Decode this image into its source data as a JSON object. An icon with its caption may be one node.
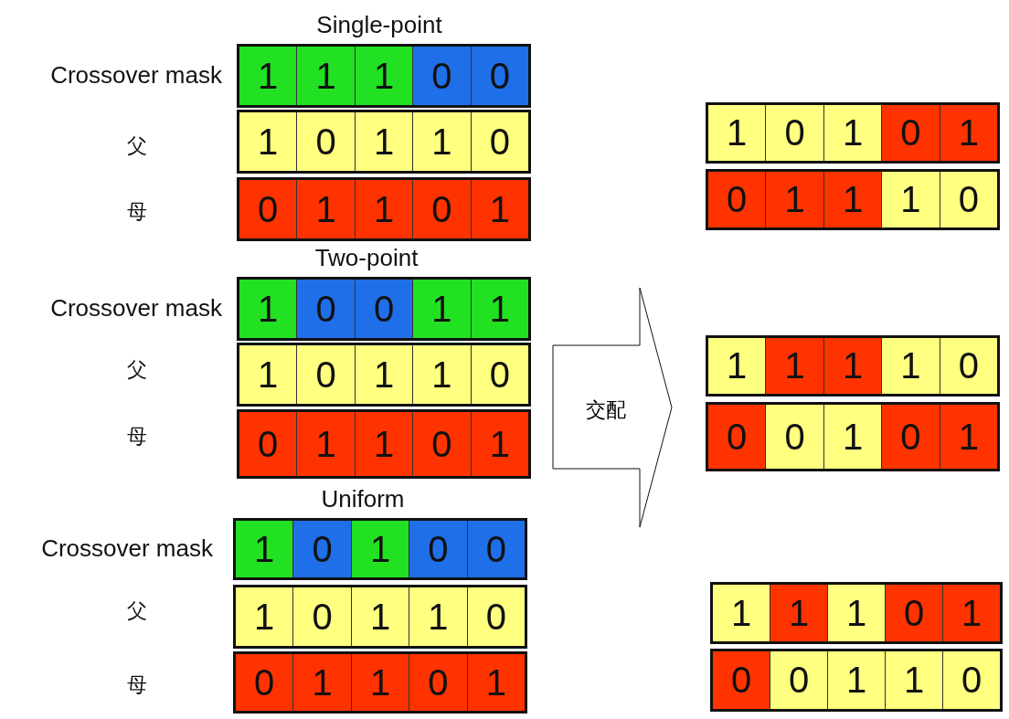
{
  "diagram": {
    "nodes": [
      {
        "text": [],
        "shape": "box"
      },
      {
        "text": [
          "1"
        ],
        "in": 0
      },
      {
        "text": [
          "1"
        ],
        "in": 0
      },
      {
        "text": [
          "1"
        ],
        "in": 0
      },
      {
        "text": [
          "0"
        ],
        "in": 0
      },
      {
        "text": [
          "0"
        ],
        "in": 0
      },
      {
        "text": [],
        "shape": "box"
      },
      {
        "text": [
          "1"
        ],
        "in": 6
      },
      {
        "text": [
          "0"
        ],
        "in": 6
      },
      {
        "text": [
          "1"
        ],
        "in": 6
      },
      {
        "text": [
          "1"
        ],
        "in": 6
      },
      {
        "text": [
          "0"
        ],
        "in": 6
      },
      {
        "text": [],
        "shape": "box"
      },
      {
        "text": [
          "0"
        ],
        "in": 12
      },
      {
        "text": [
          "1"
        ],
        "in": 12
      },
      {
        "text": [
          "1"
        ],
        "in": 12
      },
      {
        "text": [
          "0"
        ],
        "in": 12
      },
      {
        "text": [
          "1"
        ],
        "in": 12
      },
      {
        "text": [],
        "shape": "box"
      },
      {
        "text": [
          "1"
        ],
        "in": 18
      },
      {
        "text": [
          "0"
        ],
        "in": 18
      },
      {
        "text": [
          "0"
        ],
        "in": 18
      },
      {
        "text": [
          "1"
        ],
        "in": 18
      },
      {
        "text": [
          "1"
        ],
        "in": 18
      },
      {
        "text": [],
        "shape": "box"
      },
      {
        "text": [
          "1"
        ],
        "in": 24
      },
      {
        "text": [
          "0"
        ],
        "in": 24
      },
      {
        "text": [
          "1"
        ],
        "in": 24
      },
      {
        "text": [
          "1"
        ],
        "in": 24
      },
      {
        "text": [
          "0"
        ],
        "in": 24
      },
      {
        "text": [],
        "shape": "box"
      },
      {
        "text": [
          "0"
        ],
        "in": 30
      },
      {
        "text": [
          "1"
        ],
        "in": 30
      },
      {
        "text": [
          "1"
        ],
        "in": 30
      },
      {
        "text": [
          "0"
        ],
        "in": 30
      },
      {
        "text": [
          "1"
        ],
        "in": 30
      },
      {
        "text": [],
        "shape": "box"
      },
      {
        "text": [
          "1"
        ],
        "in": 36
      },
      {
        "text": [
          "0"
        ],
        "in": 36
      },
      {
        "text": [
          "1"
        ],
        "in": 36
      },
      {
        "text": [
          "0"
        ],
        "in": 36
      },
      {
        "text": [
          "0"
        ],
        "in": 36
      },
      {
        "text": [],
        "shape": "box"
      },
      {
        "text": [
          "1"
        ],
        "in": 42
      },
      {
        "text": [
          "0"
        ],
        "in": 42
      },
      {
        "text": [
          "1"
        ],
        "in": 42
      },
      {
        "text": [
          "1"
        ],
        "in": 42
      },
      {
        "text": [
          "0"
        ],
        "in": 42
      },
      {
        "text": [],
        "shape": "box"
      },
      {
        "text": [
          "0"
        ],
        "in": 48
      },
      {
        "text": [
          "1"
        ],
        "in": 48
      },
      {
        "text": [
          "1"
        ],
        "in": 48
      },
      {
        "text": [
          "0"
        ],
        "in": 48
      },
      {
        "text": [
          "1"
        ],
        "in": 48
      },
      {
        "text": [
          "交配"
        ]
      },
      {
        "text": [],
        "shape": "box"
      },
      {
        "text": [
          "1"
        ],
        "in": 55
      },
      {
        "text": [
          "0"
        ],
        "in": 55
      },
      {
        "text": [
          "1"
        ],
        "in": 55
      },
      {
        "text": [
          "0"
        ],
        "in": 55
      },
      {
        "text": [
          "1"
        ],
        "in": 55
      },
      {
        "text": [],
        "shape": "box"
      },
      {
        "text": [
          "0"
        ],
        "in": 61
      },
      {
        "text": [
          "1"
        ],
        "in": 61
      },
      {
        "text": [
          "1"
        ],
        "in": 61
      },
      {
        "text": [
          "1"
        ],
        "in": 61
      },
      {
        "text": [
          "0"
        ],
        "in": 61
      },
      {
        "text": [],
        "shape": "box"
      },
      {
        "text": [
          "1"
        ],
        "in": 67
      },
      {
        "text": [
          "1"
        ],
        "in": 67
      },
      {
        "text": [
          "1"
        ],
        "in": 67
      },
      {
        "text": [
          "1"
        ],
        "in": 67
      },
      {
        "text": [
          "0"
        ],
        "in": 67
      },
      {
        "text": [],
        "shape": "box"
      },
      {
        "text": [
          "0"
        ],
        "in": 73
      },
      {
        "text": [
          "0"
        ],
        "in": 73
      },
      {
        "text": [
          "1"
        ],
        "in": 73
      },
      {
        "text": [
          "0"
        ],
        "in": 73
      },
      {
        "text": [
          "1"
        ],
        "in": 73
      },
      {
        "text": [],
        "shape": "box"
      },
      {
        "text": [
          "1"
        ],
        "in": 79
      },
      {
        "text": [
          "1"
        ],
        "in": 79
      },
      {
        "text": [
          "1"
        ],
        "in": 79
      },
      {
        "text": [
          "0"
        ],
        "in": 79
      },
      {
        "text": [
          "1"
        ],
        "in": 79
      },
      {
        "text": [],
        "shape": "box"
      },
      {
        "text": [
          "0"
        ],
        "in": 85
      },
      {
        "text": [
          "0"
        ],
        "in": 85
      },
      {
        "text": [
          "1"
        ],
        "in": 85
      },
      {
        "text": [
          "1"
        ],
        "in": 85
      },
      {
        "text": [
          "0"
        ],
        "in": 85
      }
    ],
    "labels": [
      "Single-point",
      "Crossover mask",
      "父",
      "母",
      "Two-point",
      "Crossover mask",
      "父",
      "母",
      "Uniform",
      "Crossover mask",
      "父",
      "母"
    ]
  }
}
